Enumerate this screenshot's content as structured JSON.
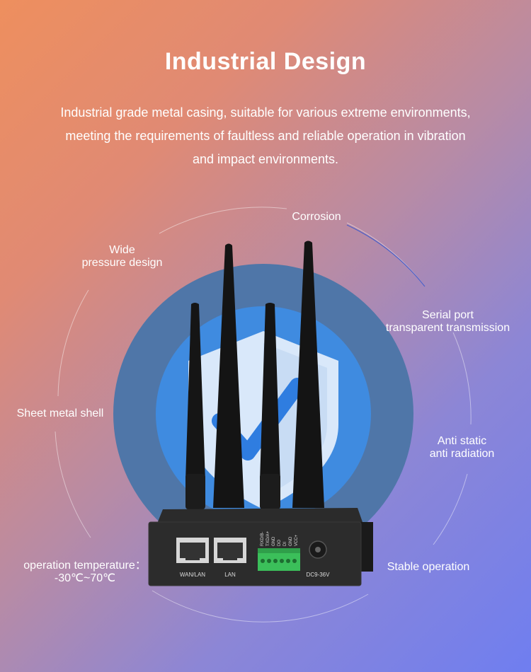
{
  "heading": "Industrial Design",
  "description": {
    "line1": "Industrial grade metal casing, suitable for various extreme environments,",
    "line2": "meeting the requirements of faultless and reliable operation in vibration",
    "line3": "and impact environments."
  },
  "features": {
    "corrosion": "Corrosion",
    "wide_line1": "Wide",
    "wide_line2": "pressure design",
    "serial_line1": "Serial port",
    "serial_line2": "transparent transmission",
    "sheet_metal": "Sheet metal shell",
    "anti_static_line1": "Anti static",
    "anti_static_line2": "anti radiation",
    "temp_line1": "operation temperature：",
    "temp_line2": "-30℃~70℃",
    "stable": "Stable operation"
  },
  "device": {
    "port1": "WAN/LAN",
    "port2": "LAN",
    "power": "DC9-36V",
    "terminal_labels": [
      "RXD/B-",
      "TXD/A+",
      "GND",
      "DO",
      "DI",
      "GND",
      "VCC+"
    ]
  },
  "colors": {
    "gradient_start": "#ee8f5e",
    "gradient_end": "#6f7ef0",
    "circle_outer": "#4f76a8",
    "circle_inner": "#3b8be0",
    "terminal_green": "#3bbf5a"
  }
}
